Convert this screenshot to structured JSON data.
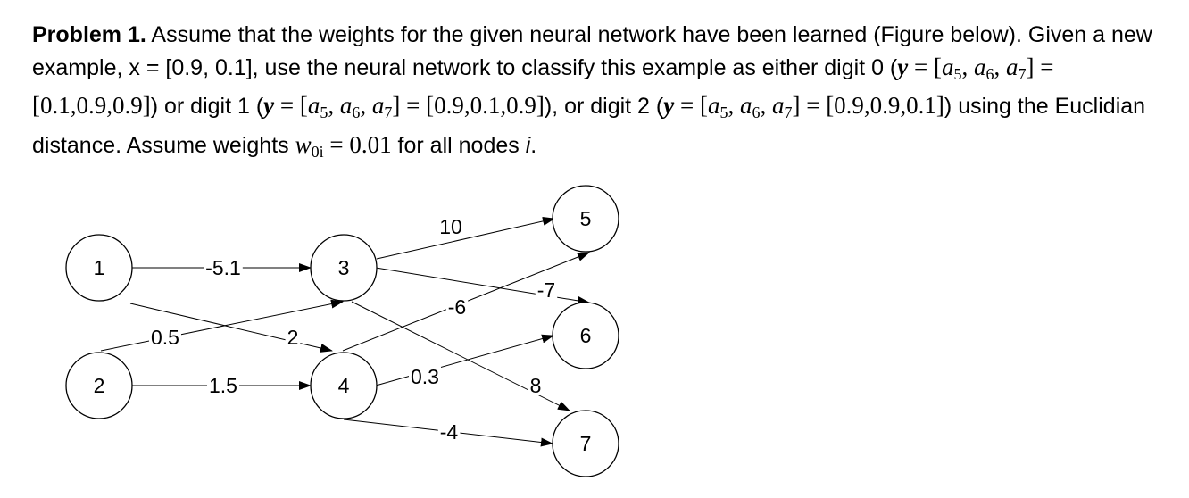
{
  "problem": {
    "heading": "Problem 1.",
    "s1": "Assume that the weights for the given neural network have been learned (Figure below). Given a new example, x = [0.9, 0.1], use the neural network to classify this example as either digit 0 (",
    "s2": ") or digit 1 (",
    "s3": "), or digit 2 (",
    "s4": ") using the Euclidian distance.  Assume weights ",
    "s5": " for all nodes ",
    "s6": ".",
    "y_symbol": "y",
    "a_symbol": "a",
    "w_symbol": "w",
    "i_symbol": "i",
    "eq": " = ",
    "sub5": "5",
    "sub6": "6",
    "sub7": "7",
    "sub0i": "0i",
    "digit0_vector": "[0.1,0.9,0.9]",
    "digit1_vector": "[0.9,0.1,0.9]",
    "digit2_vector": "[0.9,0.9,0.1]",
    "w0i_value": "0.01"
  },
  "network": {
    "nodes": [
      {
        "id": "n1",
        "label": "1"
      },
      {
        "id": "n2",
        "label": "2"
      },
      {
        "id": "n3",
        "label": "3"
      },
      {
        "id": "n4",
        "label": "4"
      },
      {
        "id": "n5",
        "label": "5"
      },
      {
        "id": "n6",
        "label": "6"
      },
      {
        "id": "n7",
        "label": "7"
      }
    ],
    "edges": [
      {
        "from": "n1",
        "to": "n3",
        "weight": "-5.1"
      },
      {
        "from": "n1",
        "to": "n4",
        "weight": "2"
      },
      {
        "from": "n2",
        "to": "n3",
        "weight": "0.5"
      },
      {
        "from": "n2",
        "to": "n4",
        "weight": "1.5"
      },
      {
        "from": "n3",
        "to": "n5",
        "weight": "10"
      },
      {
        "from": "n3",
        "to": "n6",
        "weight": "-7"
      },
      {
        "from": "n3",
        "to": "n7",
        "weight": "8"
      },
      {
        "from": "n4",
        "to": "n5",
        "weight": "-6"
      },
      {
        "from": "n4",
        "to": "n6",
        "weight": "0.3"
      },
      {
        "from": "n4",
        "to": "n7",
        "weight": "-4"
      }
    ]
  }
}
